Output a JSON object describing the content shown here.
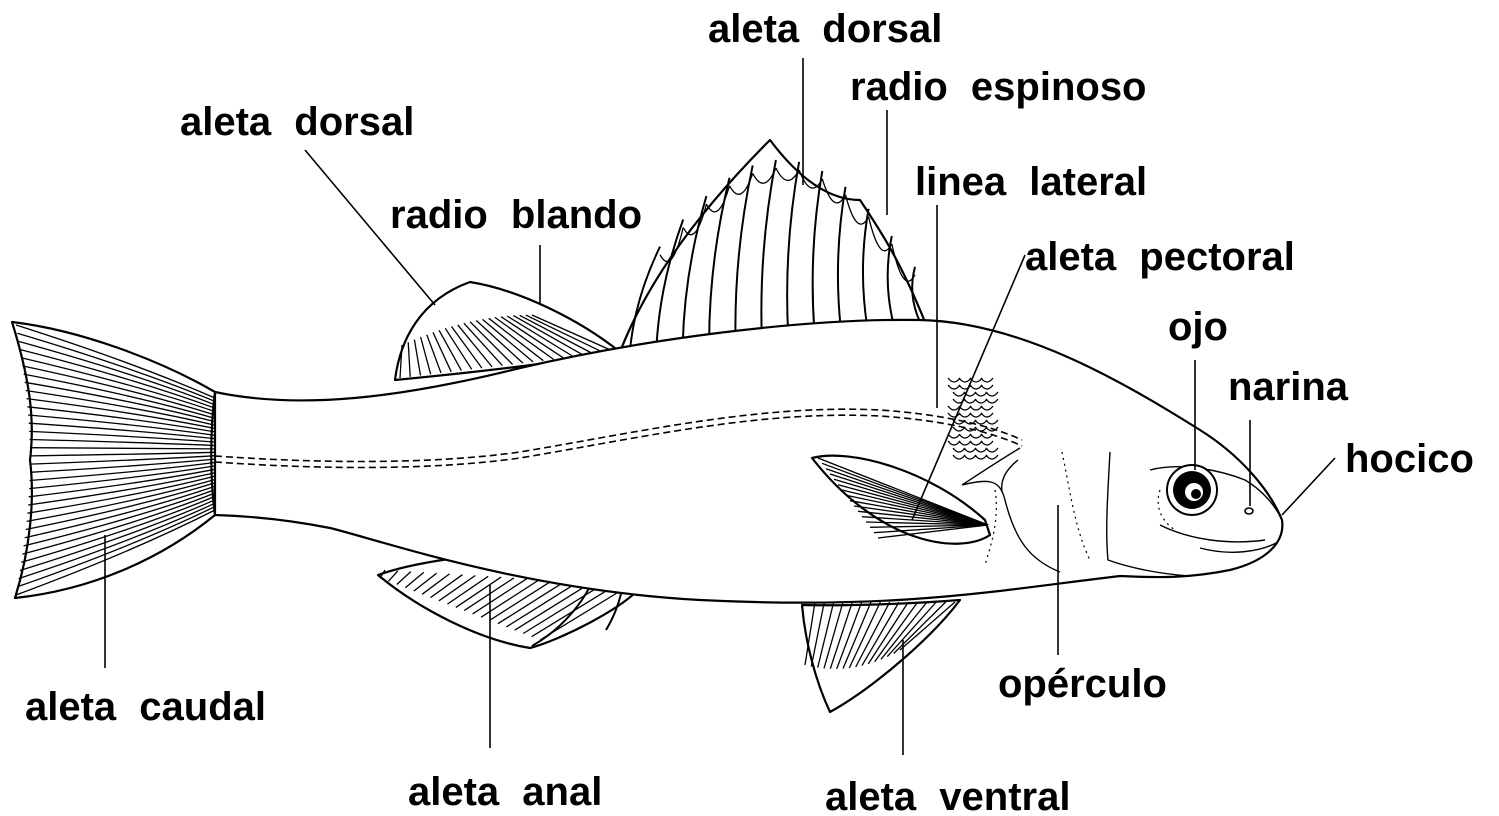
{
  "labels": {
    "dorsal_fin_spiny": "aleta dorsal",
    "spiny_ray": "radio espinoso",
    "dorsal_fin_soft": "aleta dorsal",
    "lateral_line": "linea lateral",
    "soft_ray": "radio blando",
    "pectoral_fin": "aleta pectoral",
    "eye": "ojo",
    "nostril": "narina",
    "snout": "hocico",
    "operculum": "opérculo",
    "caudal_fin": "aleta caudal",
    "anal_fin": "aleta anal",
    "ventral_fin": "aleta ventral"
  },
  "colors": {
    "ink": "#000000",
    "background": "#ffffff"
  }
}
